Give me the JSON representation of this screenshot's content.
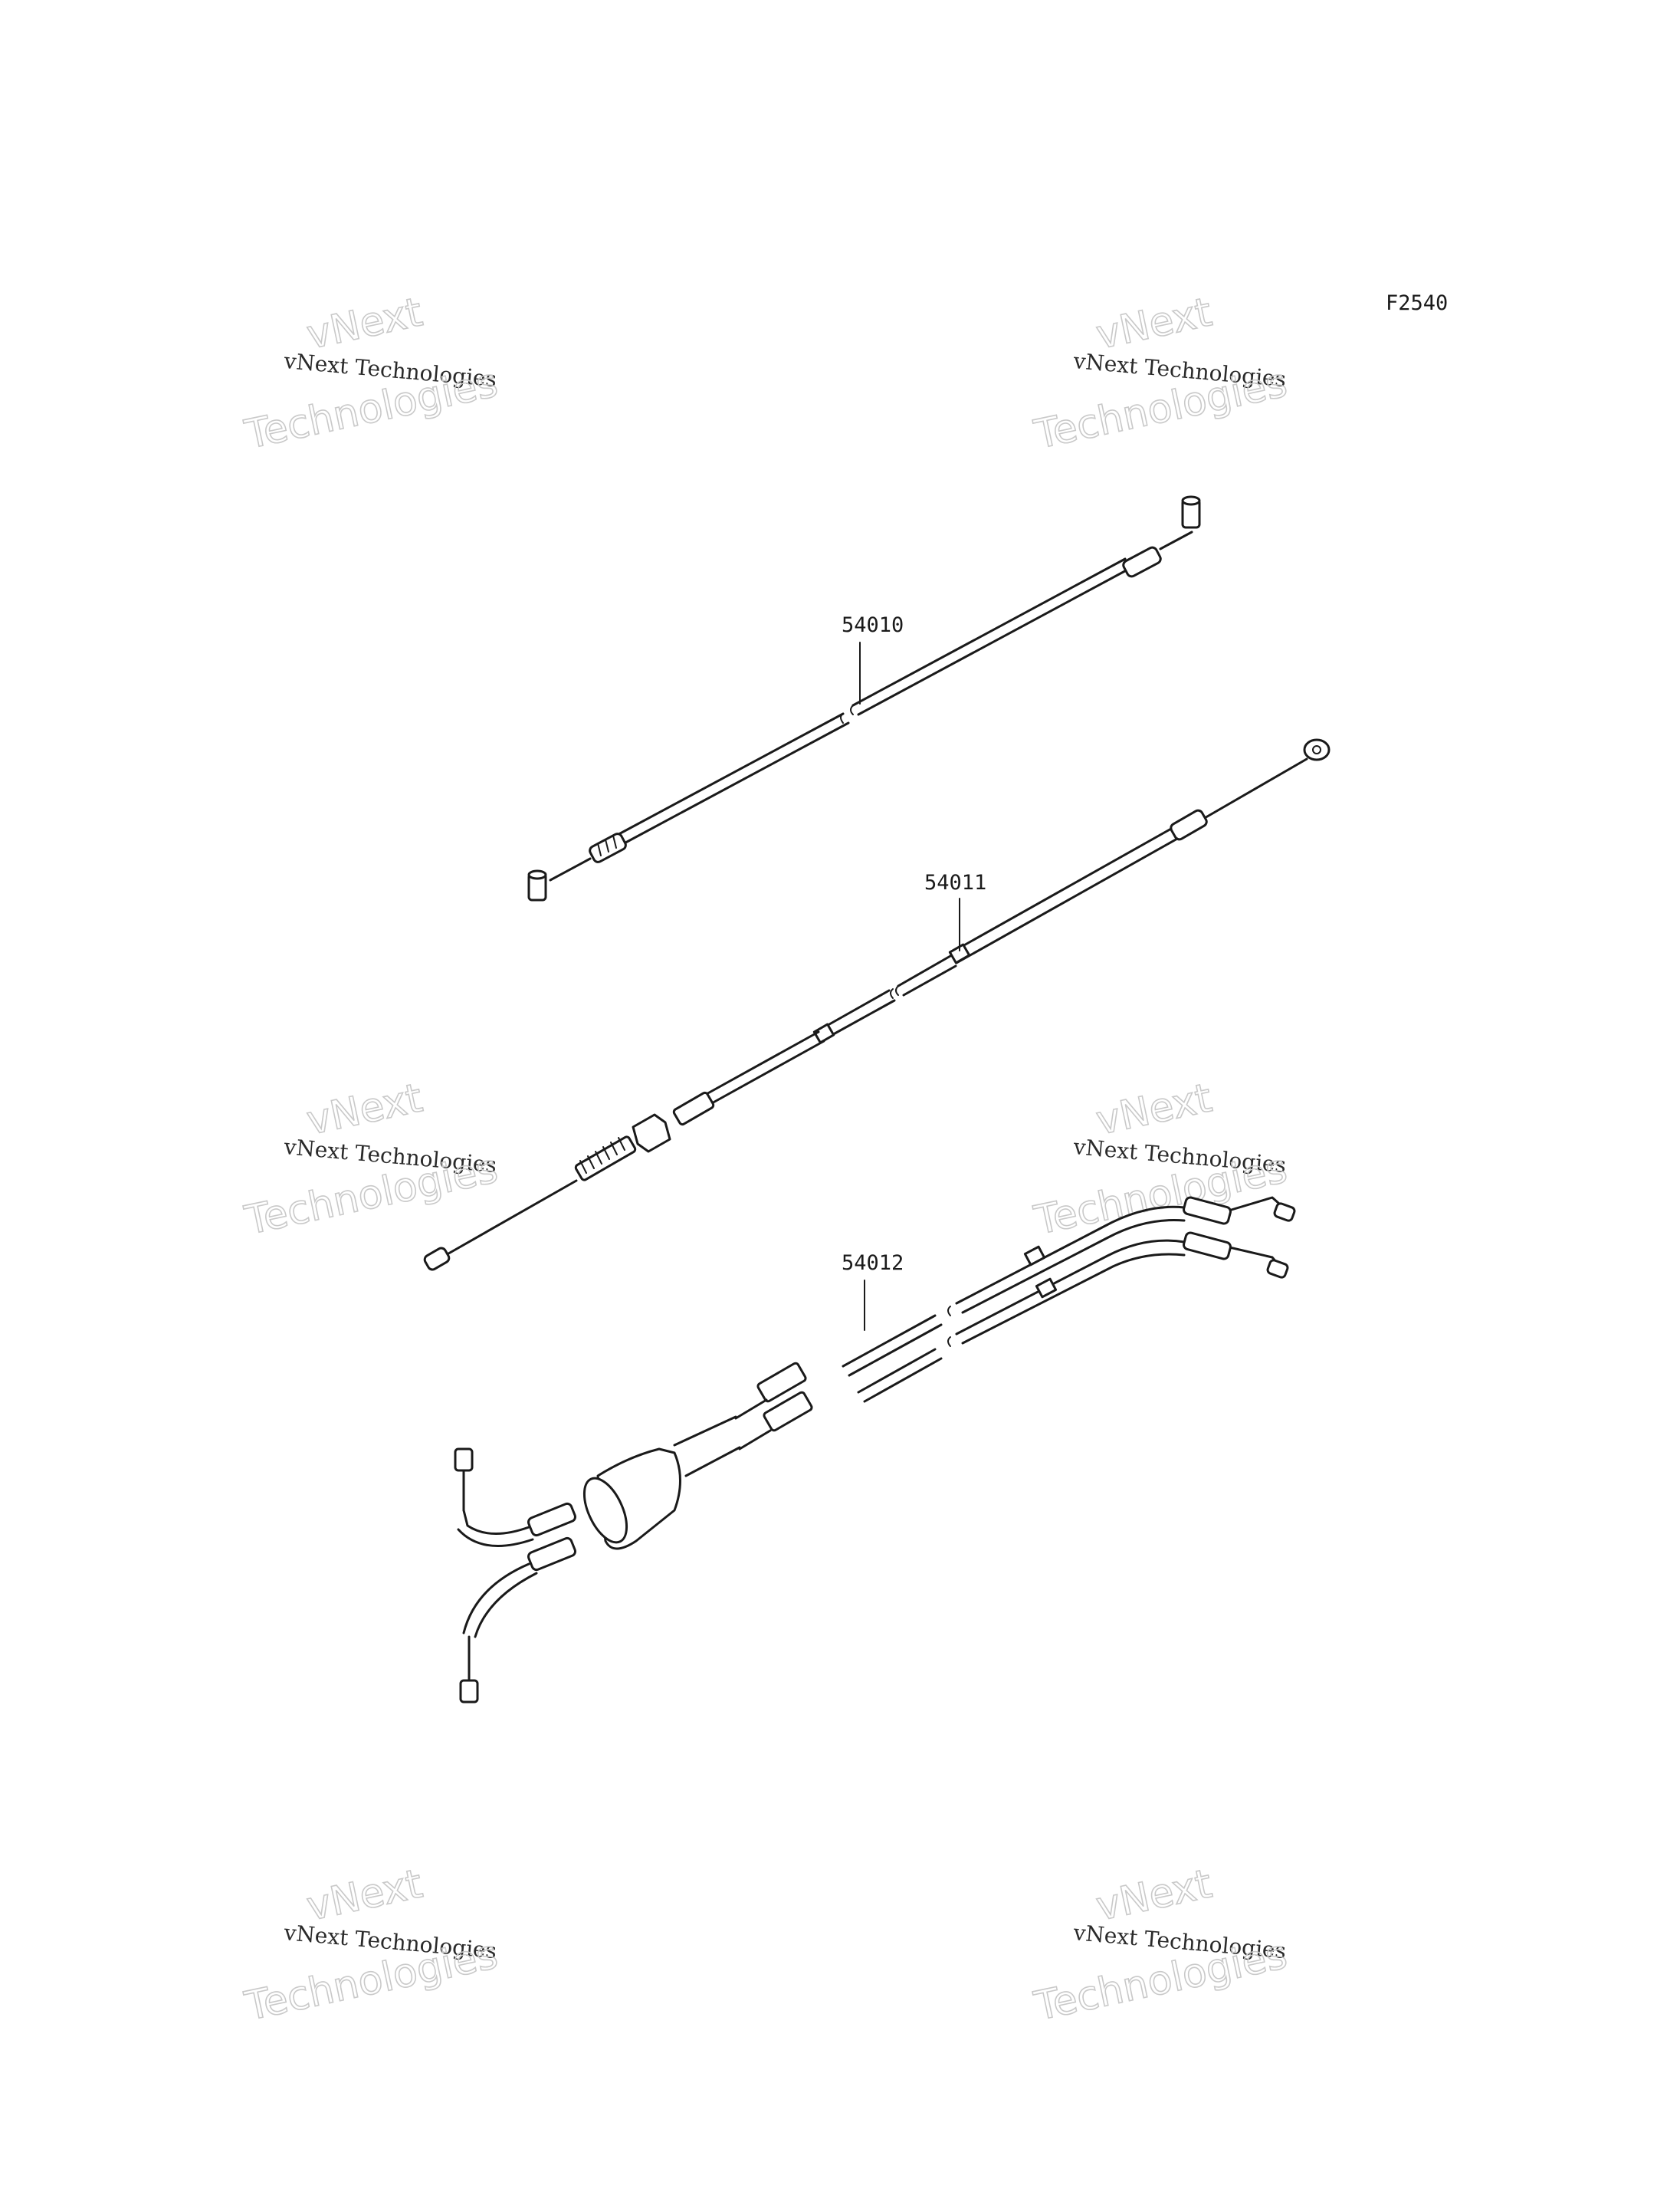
{
  "figure_code": "F2540",
  "callouts": [
    {
      "part_number": "54010"
    },
    {
      "part_number": "54011"
    },
    {
      "part_number": "54012"
    }
  ],
  "watermarks": [
    {
      "line1": "vNext",
      "line2": "vNext Technologies",
      "line3": "Technologies"
    },
    {
      "line1": "vNext",
      "line2": "vNext Technologies",
      "line3": "Technologies"
    },
    {
      "line1": "vNext",
      "line2": "vNext Technologies",
      "line3": "Technologies"
    },
    {
      "line1": "vNext",
      "line2": "vNext Technologies",
      "line3": "Technologies"
    },
    {
      "line1": "vNext",
      "line2": "vNext Technologies",
      "line3": "Technologies"
    },
    {
      "line1": "vNext",
      "line2": "vNext Technologies",
      "line3": "Technologies"
    }
  ]
}
